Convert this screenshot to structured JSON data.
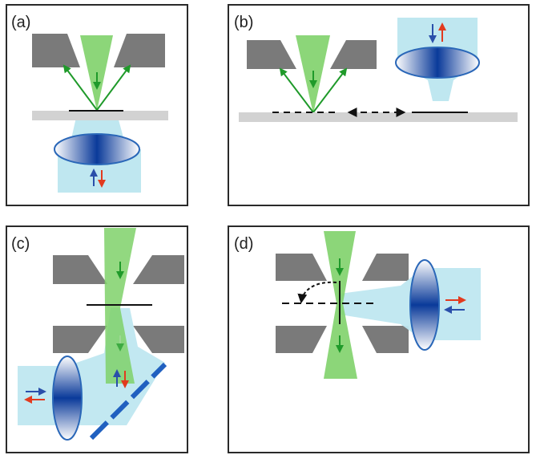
{
  "panels": [
    {
      "id": "a",
      "label": "(a)"
    },
    {
      "id": "b",
      "label": "(b)"
    },
    {
      "id": "c",
      "label": "(c)"
    },
    {
      "id": "d",
      "label": "(d)"
    }
  ],
  "colors": {
    "frame": "#2a2a2a",
    "pole_gray": "#7a7a7a",
    "sample_gray": "#d2d2d2",
    "electron_green": "#7fd16a",
    "electron_arrow": "#1f9a2a",
    "light_cyan": "#bfe7f0",
    "lens_blue": "#2a67b8",
    "lens_dark": "#0a3a9a",
    "pol_blue": "#2a4faa",
    "pol_red": "#e23a1e",
    "mirror_blue": "#2060c0",
    "dashed": "#111111"
  }
}
